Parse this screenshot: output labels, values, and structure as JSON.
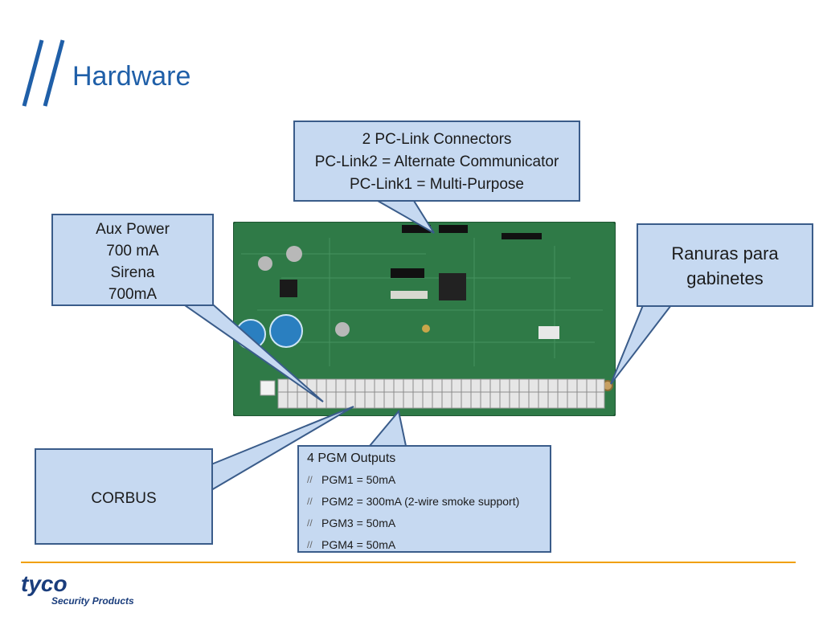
{
  "slide": {
    "title": "Hardware"
  },
  "callouts": {
    "pclink": [
      "2 PC-Link Connectors",
      "PC-Link2 = Alternate Communicator",
      "PC-Link1 = Multi-Purpose"
    ],
    "aux": [
      "Aux Power",
      "700 mA",
      "Sirena",
      "700mA"
    ],
    "ranuras": [
      "Ranuras para",
      "gabinetes"
    ],
    "corbus": "CORBUS",
    "pgm": {
      "heading": "4 PGM Outputs",
      "items": [
        "PGM1 = 50mA",
        "PGM2 = 300mA (2-wire smoke support)",
        "PGM3 = 50mA",
        "PGM4 = 50mA"
      ]
    }
  },
  "logo": {
    "brand": "tyco",
    "tagline": "Security Products"
  },
  "colors": {
    "title": "#1f5fa8",
    "callout_fill": "#c6d9f1",
    "callout_border": "#3a5c8a",
    "board": "#2e7d4a",
    "rule": "#f0a000",
    "logo": "#1a3d7c"
  }
}
